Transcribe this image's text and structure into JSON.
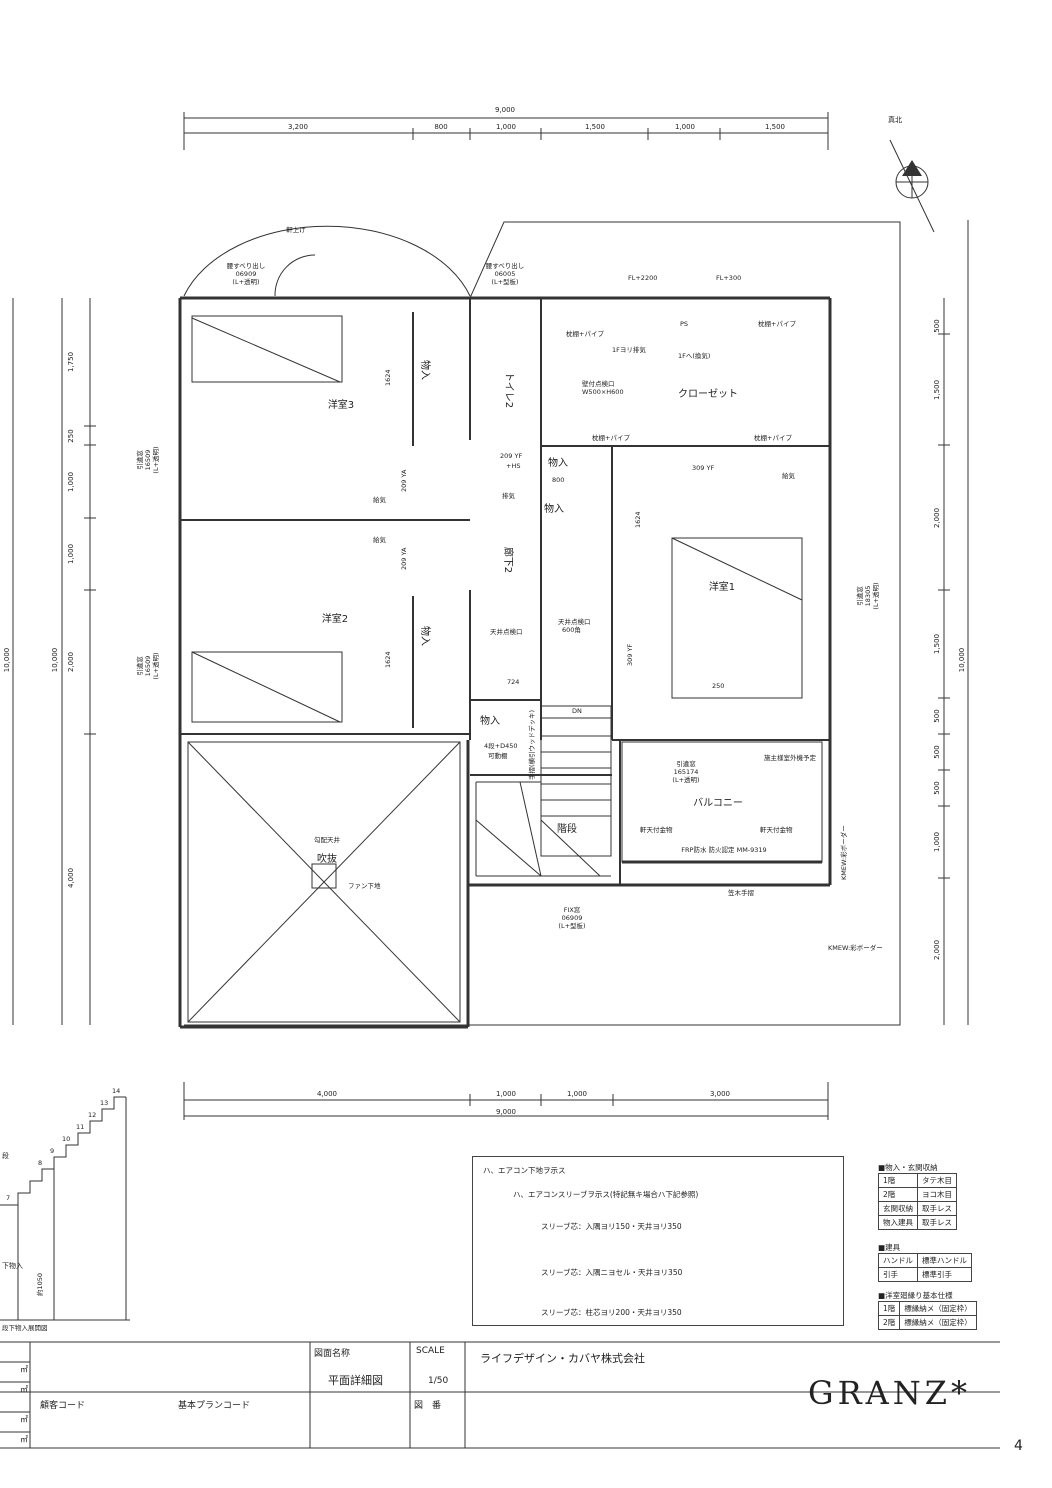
{
  "drawing": {
    "north_label": "真北",
    "top_dims_total": "9,000",
    "top_dims": [
      "3,200",
      "800",
      "1,000",
      "1,500",
      "1,000",
      "1,500"
    ],
    "bottom_dims_total": "9,000",
    "bottom_dims": [
      "4,000",
      "1,000",
      "1,000",
      "3,000"
    ],
    "left_dims_total": "10,000",
    "left_dims": [
      "1,750",
      "250",
      "1,000",
      "1,000",
      "2,000",
      "4,000"
    ],
    "left_outer_total": "10,000",
    "right_dims_total": "10,000",
    "right_dims": [
      "500",
      "1,500",
      "2,000",
      "1,500",
      "500",
      "500",
      "500",
      "1,000",
      "2,000"
    ],
    "rooms": {
      "room3": "洋室3",
      "room2": "洋室2",
      "room1": "洋室1",
      "toilet": "トイレ2",
      "closet": "クローゼット",
      "hall": "廊下2",
      "balcony": "バルコニー",
      "stairs": "階段",
      "void": "吹抜",
      "storage1": "物入",
      "storage2": "物入",
      "storage3": "物入",
      "storage4": "物入",
      "storage5": "物入"
    },
    "notes": {
      "eaves": "軒上げ",
      "window_top": "腰すべり出し",
      "window_top_code": "06909",
      "window_top_glass": "(L+透明)",
      "window_wc": "腰すべり出し",
      "window_wc_code": "06005",
      "window_wc_glass": "(L+型板)",
      "fl_2200": "FL+2200",
      "fl_300": "FL+300",
      "ps": "PS",
      "vent_1f": "1Fヨリ排気",
      "vent_down": "1Fへ(換気)",
      "vent_opening": "壁付点検口",
      "vent_size": "W500×H600",
      "shelf_pipe": "枕棚+パイプ",
      "yf_209": "209 YF",
      "hs": "+HS",
      "ya_209": "209 YA",
      "yf_309": "309 YF",
      "num_1624": "1624",
      "num_800": "800",
      "num_724": "724",
      "num_250": "250",
      "attic": "天井点検口",
      "attic_size": "600角",
      "storage_shelf": "4段+D450",
      "storage_shelf2": "可動棚",
      "handrail": "手摺(横引ウッドデッキ)",
      "ceiling": "勾配天井",
      "fan": "ファン下地",
      "fix_window": "FIX窓",
      "fix_code": "06909",
      "fix_glass": "(L+型板)",
      "sliding_left": "引違窓",
      "sliding_left_code": "16509",
      "sliding_left_glass": "(L+透明)",
      "sliding_left2_code": "16509",
      "sliding_right": "引違窓",
      "sliding_right_code": "18305",
      "sliding_right_glass": "(L+透明)",
      "balcony_window": "引違窓",
      "balcony_window_code": "165174",
      "balcony_window_glass": "(L+透明)",
      "eave_fitting_l": "軒天付金物",
      "eave_fitting_r": "軒天付金物",
      "frp": "FRP防水 防火認定 MM-9319",
      "outer_rail": "笠木手摺",
      "kmew": "KMEW:彩ボーダー",
      "kmew2": "KMEW:彩ボーダー",
      "ac_note": "施主様室外機予定",
      "dn": "DN",
      "vent": "給気",
      "exhaust": "排気"
    }
  },
  "stair_section": {
    "steps": [
      "7",
      "8",
      "9",
      "10",
      "11",
      "12",
      "13",
      "14"
    ],
    "label": "段",
    "under": "下物入",
    "height": "約1050",
    "caption": "段下物入展開図"
  },
  "legend": {
    "rows": [
      "ハ、エアコン下地ヲ示ス",
      "ハ、エアコンスリーブヲ示ス(特記無キ場合ハ下記参照)",
      "スリーブ芯：入隅ヨリ150・天井ヨリ350",
      "スリーブ芯：入隅ニヨセル・天井ヨリ350",
      "スリーブ芯：柱芯ヨリ200・天井ヨリ350"
    ]
  },
  "spec": {
    "storage_title": "■物入・玄関収納",
    "storage_rows": [
      [
        "1階",
        "タテ木目"
      ],
      [
        "2階",
        "ヨコ木目"
      ],
      [
        "玄関収納",
        "取手レス"
      ],
      [
        "物入建具",
        "取手レス"
      ]
    ],
    "fittings_title": "■建具",
    "fittings_rows": [
      [
        "ハンドル",
        "標準ハンドル"
      ],
      [
        "引手",
        "標準引手"
      ]
    ],
    "baseboard_title": "■洋室廻縁り基本仕様",
    "baseboard_rows": [
      [
        "1階",
        "標縁納メ（固定枠）"
      ],
      [
        "2階",
        "標縁納メ（固定枠）"
      ]
    ]
  },
  "titleblock": {
    "drawing_name_label": "図面名称",
    "drawing_name": "平面詳細図",
    "scale_label": "SCALE",
    "scale": "1/50",
    "company": "ライフデザイン・カバヤ株式会社",
    "brand": "GRANZ*",
    "customer_code": "顧客コード",
    "plan_code": "基本プランコード",
    "drawing_no": "図　番",
    "unit": "㎡",
    "page": "4"
  }
}
